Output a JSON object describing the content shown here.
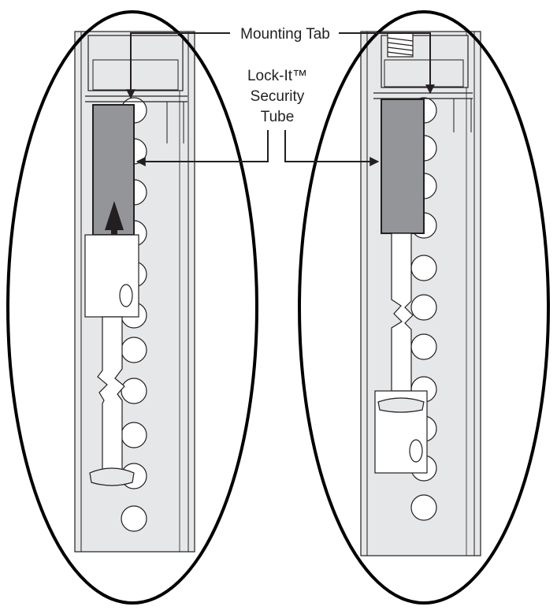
{
  "labels": {
    "mounting_tab": "Mounting Tab",
    "tube_line1": "Lock-It™",
    "tube_line2": "Security",
    "tube_line3": "Tube"
  },
  "colors": {
    "channel": "#e6e7e8",
    "tube": "#939598",
    "outline": "#231f20",
    "background": "#ffffff"
  }
}
